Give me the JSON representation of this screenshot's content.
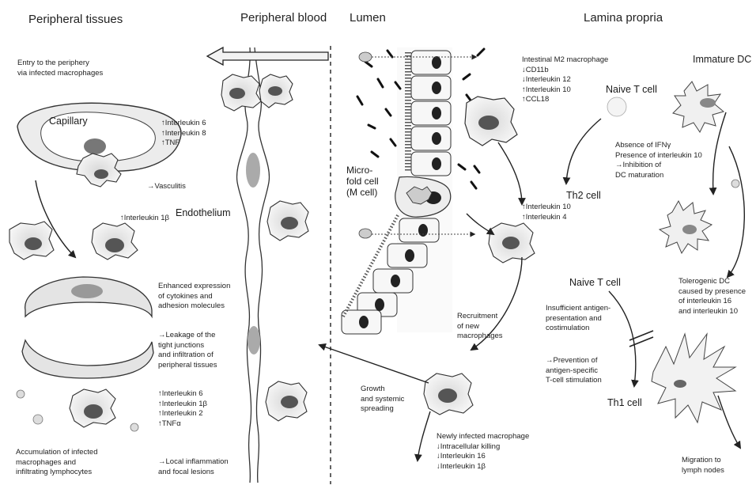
{
  "headers": {
    "peripheral_tissues": "Peripheral tissues",
    "peripheral_blood": "Peripheral blood",
    "lumen": "Lumen",
    "lamina_propria": "Lamina propria"
  },
  "cells": {
    "capillary": "Capillary",
    "endothelium": "Endothelium",
    "m_cell": "Micro-\nfold cell\n(M cell)",
    "naive_t_top": "Naive T cell",
    "th2": "Th2 cell",
    "naive_t_mid": "Naive T cell",
    "th1": "Th1 cell",
    "immature_dc": "Immature DC"
  },
  "labels": {
    "entry": "Entry to the periphery\nvia infected macrophages",
    "blood_cytokines": "↑Interleukin 6\n↑Interleukin 8\n↑TNF",
    "vasculitis": "→Vasculitis",
    "il1b": "↑Interleukin 1β",
    "enhanced": "Enhanced expression\nof cytokines and\nadhesion molecules",
    "leakage": "→Leakage of the\ntight junctions\nand infiltration of\nperipheral tissues",
    "tissue_cytokines": "↑Interleukin 6\n↑Interleukin 1β\n↑Interleukin 2\n↑TNFα",
    "accumulation": "Accumulation of infected\nmacrophages and\ninfiltrating lymphocytes",
    "local_inflammation": "→Local inflammation\nand focal lesions",
    "m2_macrophage": "Intestinal M2 macrophage\n↓CD11b\n↓Interleukin 12\n↑Interleukin 10\n↑CCL18",
    "absence_ifn": "Absence of IFNγ\nPresence of interleukin 10\n→Inhibition of\nDC maturation",
    "th2_cytokines": "↑Interleukin 10\n↑Interleukin 4",
    "tolerogenic_dc": "Tolerogenic DC\ncaused by presence\nof interleukin 16\nand interleukin 10",
    "recruitment": "Recruitment\nof new\nmacrophages",
    "insufficient": "Insufficient antigen-\npresentation and\ncostimulation",
    "prevention": "→Prevention of\nantigen-specific\nT-cell stimulation",
    "growth": "Growth\nand systemic\nspreading",
    "newly_infected": "Newly infected macrophage\n↓Intracellular killing\n↓Interleukin 16\n↓Interleukin 1β",
    "migration": "Migration to\nlymph nodes"
  }
}
